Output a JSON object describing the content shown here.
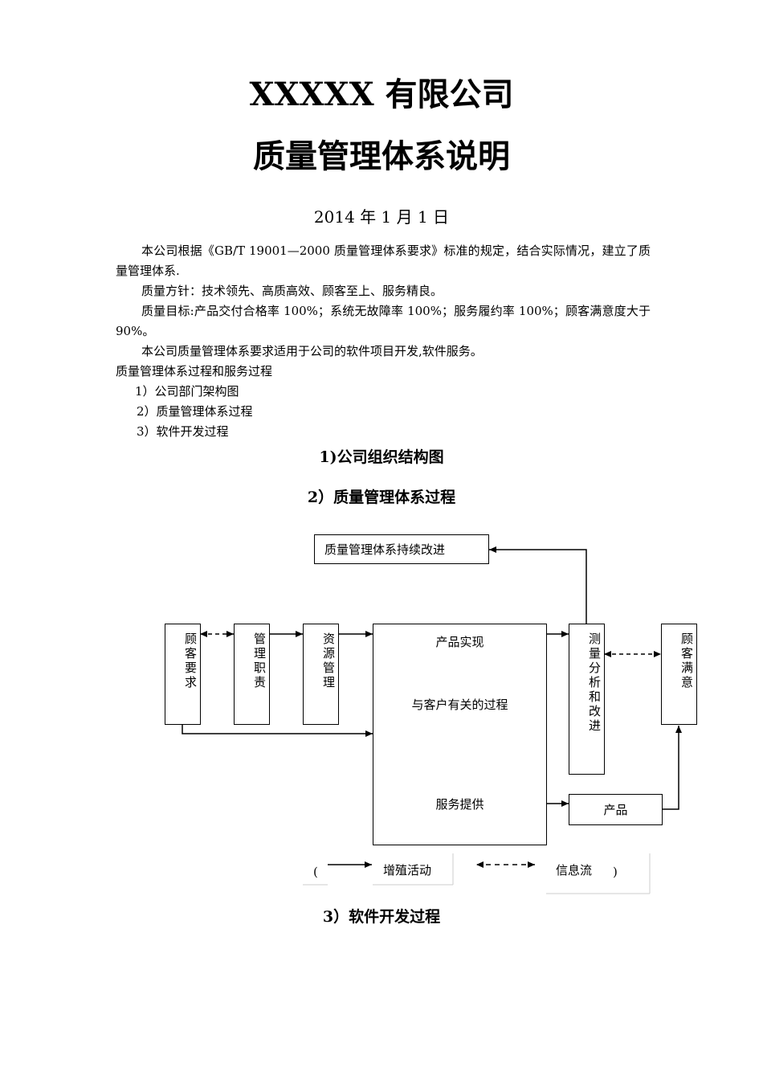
{
  "header": {
    "company": "XXXXX 有限公司",
    "doc_title": "质量管理体系说明",
    "date": "2014 年 1 月 1 日"
  },
  "body": {
    "intro": "本公司根据《GB/T  19001—2000 质量管理体系要求》标准的规定，结合实际情况，建立了质量管理体系.",
    "policy": "质量方针：技术领先、高质高效、顾客至上、服务精良。",
    "objective": "质量目标:产品交付合格率 100%；系统无故障率 100%；服务履约率 100%；顾客满意度大于 90%。",
    "scope": "本公司质量管理体系要求适用于公司的软件项目开发,软件服务。",
    "process_heading": "质量管理体系过程和服务过程",
    "items": [
      "1）公司部门架构图",
      "2）质量管理体系过程",
      "3）软件开发过程"
    ]
  },
  "sections": {
    "org_chart": "1)公司组织结构图",
    "qms_process": "2）质量管理体系过程",
    "dev_process": "3）软件开发过程"
  },
  "diagram": {
    "improvement": "质量管理体系持续改进",
    "customer_req": "顾客要求",
    "mgmt_resp": "管理职责",
    "resource_mgmt": "资源管理",
    "product_realization": "产品实现",
    "customer_process": "与客户有关的过程",
    "service_provision": "服务提供",
    "measurement": "测量分析和改进",
    "customer_sat": "顾客满意",
    "product": "产品"
  },
  "legend": {
    "open": "(",
    "value_added": "增殖活动",
    "info_flow": "信息流",
    "close": ")"
  }
}
